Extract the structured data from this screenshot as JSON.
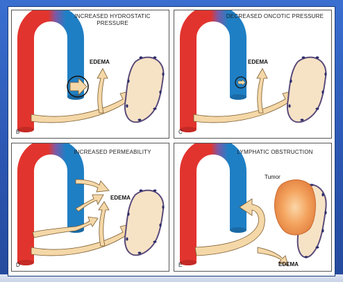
{
  "panels": [
    {
      "id": "B",
      "letter": "B",
      "title": "INCREASED HYDROSTATIC PRESSURE",
      "edema": "EDEMA"
    },
    {
      "id": "C",
      "letter": "C",
      "title": "DECREASED ONCOTIC PRESSURE",
      "edema": "EDEMA"
    },
    {
      "id": "D",
      "letter": "D",
      "title": "INCREASED PERMEABILITY",
      "edema": "EDEMA"
    },
    {
      "id": "E",
      "letter": "E",
      "title": "LYMPHATIC OBSTRUCTION",
      "edema": "EDEMA",
      "tumor": "Tumor"
    }
  ],
  "colors": {
    "artery": "#e2342e",
    "vein": "#1f7fc4",
    "arrow_fill": "#f5d8a8",
    "arrow_stroke": "#7a5a2e",
    "lymph": "#f6e3c6",
    "tumor": "#f29a5a",
    "background": "#2a55b0"
  }
}
